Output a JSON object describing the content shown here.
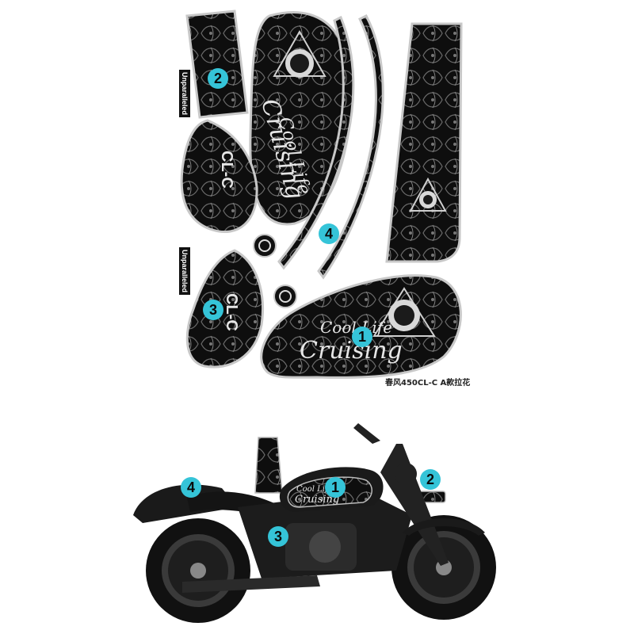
{
  "stickers": {
    "brand_label_1": "Unparalleled",
    "brand_label_2": "Unparalleled",
    "tank_text_line1": "Cool Life",
    "tank_text_line2": "Cruising",
    "tank2_text_line1": "Cool Life",
    "tank2_text_line2": "Cruising",
    "side_logo_text": "CL-C",
    "caption": "春风450CL-C    A款拉花"
  },
  "badges": {
    "top_1": "1",
    "top_2": "2",
    "top_3": "3",
    "top_4": "4",
    "bike_1": "1",
    "bike_2": "2",
    "bike_3": "3",
    "bike_4": "4"
  },
  "colors": {
    "badge": "#35c4d8",
    "sticker_bg": "#0e0e0e",
    "sticker_border": "#bdbdbd",
    "bike_body": "#1a1a1a"
  }
}
